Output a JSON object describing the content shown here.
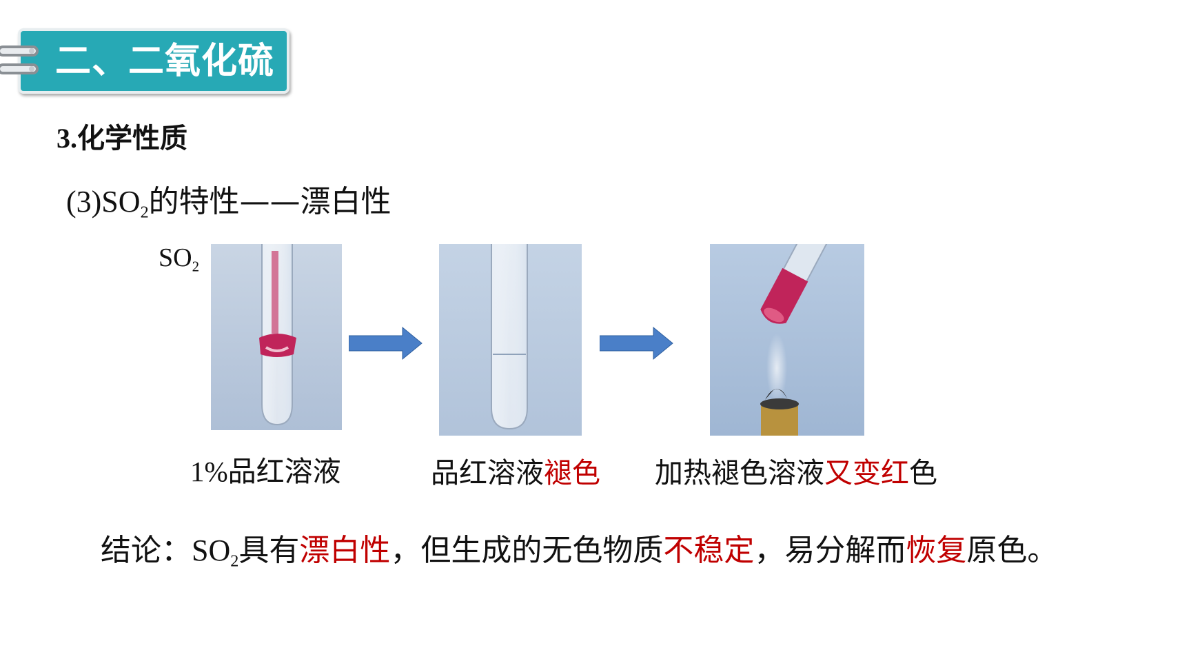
{
  "banner": {
    "title": "二、二氧化硫",
    "color": "#27a9b5"
  },
  "heading": {
    "number": "3.",
    "text": "化学性质"
  },
  "subheading": {
    "prefix": "(3)SO",
    "sub": "2",
    "suffix": "的特性——漂白性"
  },
  "figure": {
    "so2_label": {
      "text": "SO",
      "sub": "2"
    },
    "captions": [
      {
        "parts": [
          {
            "text": "1%",
            "font": "serif"
          },
          {
            "text": "品红溶液"
          }
        ]
      },
      {
        "parts": [
          {
            "text": "品红溶液"
          },
          {
            "text": "褪色",
            "color": "#c00000"
          }
        ]
      },
      {
        "parts": [
          {
            "text": "加热褪色溶液"
          },
          {
            "text": "又变红",
            "color": "#c00000"
          },
          {
            "text": "色"
          }
        ]
      }
    ]
  },
  "conclusion": {
    "label": "结论：",
    "so": "SO",
    "sub": "2",
    "t1": "具有",
    "r1": "漂白性",
    "t2": "，但生成的无色物质",
    "r2": "不稳定",
    "t3": "，易分解而",
    "r3": "恢复",
    "t4": "原色。"
  },
  "colors": {
    "accent": "#27a9b5",
    "highlight": "#c00000",
    "arrow": "#4a7fc8"
  }
}
